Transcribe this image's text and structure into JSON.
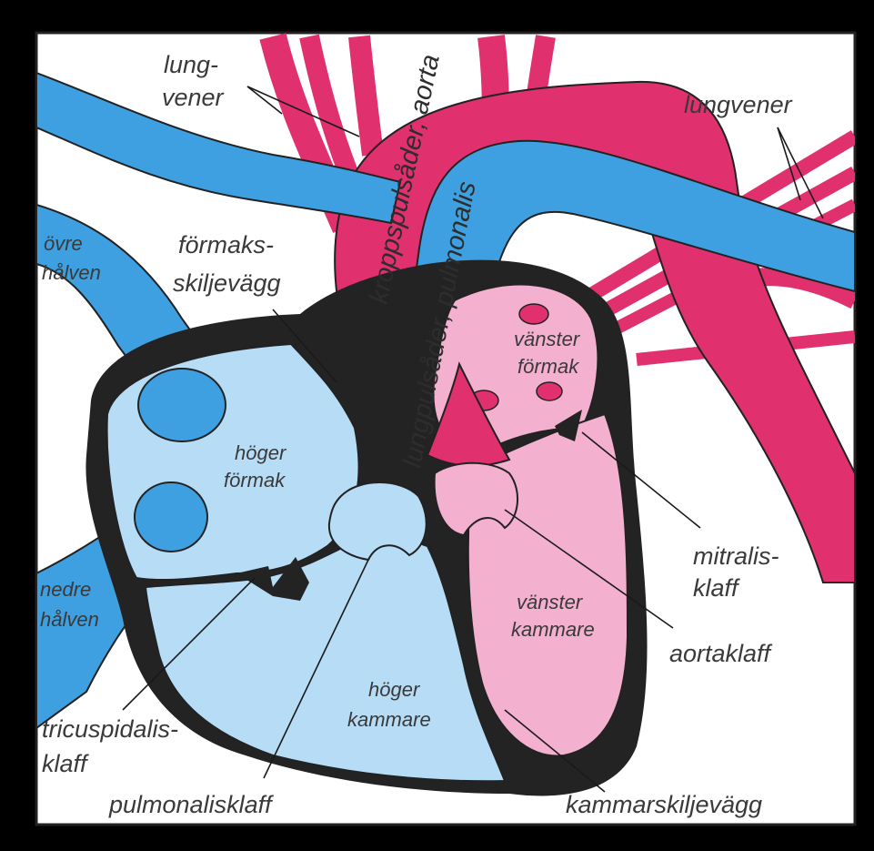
{
  "colors": {
    "background": "#000000",
    "panel": "#ffffff",
    "deoxygenated_vessel": "#3ea0e0",
    "oxygenated_vessel": "#e0306e",
    "right_heart": "#b7dcf6",
    "left_heart": "#f3b0cf",
    "heart_wall": "#232323"
  },
  "labels": {
    "lungvener_left_1": "lung-",
    "lungvener_left_2": "vener",
    "lungvener_right": "lungvener",
    "aorta": "kroppspulsåder, aorta",
    "pulmonalis": "lungpulsåder, pulmonalis",
    "ovre_1": "övre",
    "ovre_2": "hålven",
    "nedre_1": "nedre",
    "nedre_2": "hålven",
    "formaksskiljevagg_1": "förmaks-",
    "formaksskiljevagg_2": "skiljevägg",
    "hoger_formak_1": "höger",
    "hoger_formak_2": "förmak",
    "vanster_formak_1": "vänster",
    "vanster_formak_2": "förmak",
    "hoger_kammare_1": "höger",
    "hoger_kammare_2": "kammare",
    "vanster_kammare_1": "vänster",
    "vanster_kammare_2": "kammare",
    "mitralisklaff_1": "mitralis-",
    "mitralisklaff_2": "klaff",
    "aortaklaff": "aortaklaff",
    "tricuspidalisklaff_1": "tricuspidalis-",
    "tricuspidalisklaff_2": "klaff",
    "pulmonalisklaff": "pulmonalisklaff",
    "kammarskiljevagg": "kammarskiljevägg"
  }
}
